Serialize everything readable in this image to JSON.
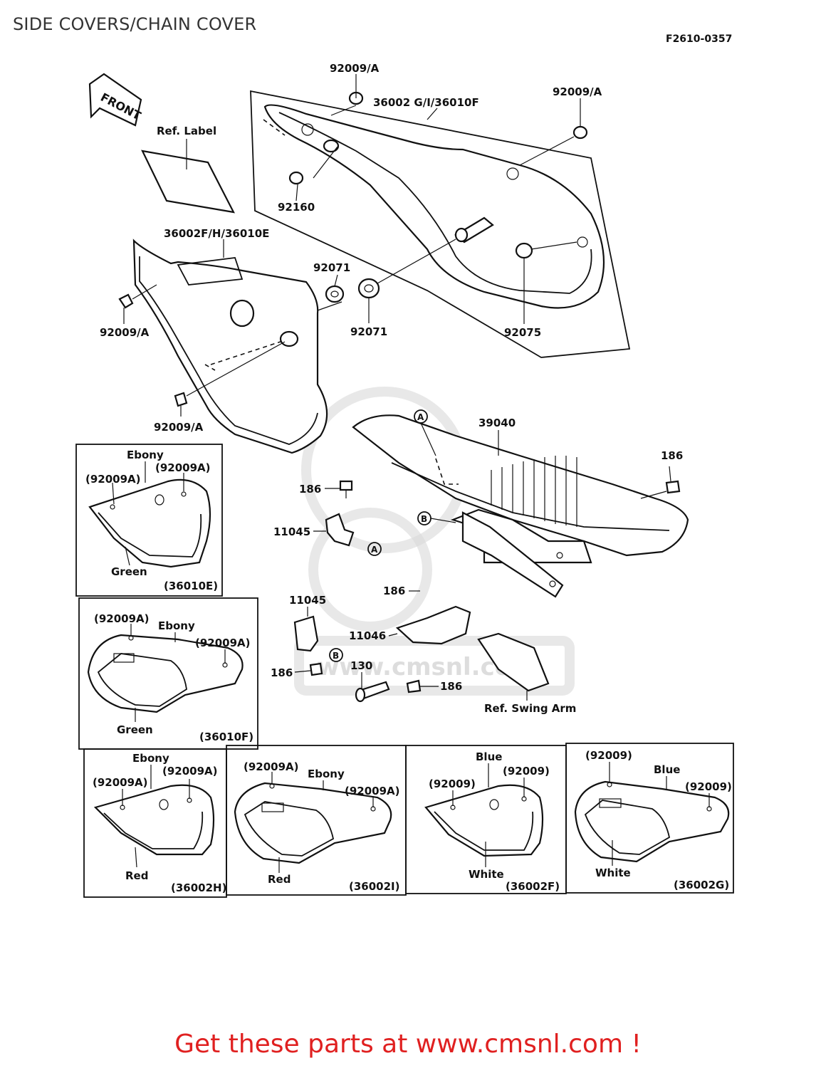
{
  "header": {
    "title": "SIDE COVERS/CHAIN COVER",
    "diagram_code": "F2610-0357"
  },
  "front_arrow": {
    "label": "FRONT"
  },
  "callouts": {
    "p92009a_top": "92009/A",
    "p36002gi": "36002 G/I/36010F",
    "p92009a_right": "92009/A",
    "ref_label": "Ref. Label",
    "p92160": "92160",
    "p36002fh": "36002F/H/36010E",
    "p92071_left": "92071",
    "p92071_right": "92071",
    "p92075": "92075",
    "p92009a_left": "92009/A",
    "p92009a_bottom": "92009/A",
    "p39040": "39040",
    "p186_right": "186",
    "p186_mid": "186",
    "p11045_mid": "11045",
    "p186_lower": "186",
    "p11045_low": "11045",
    "p11046": "11046",
    "p186_left": "186",
    "p130": "130",
    "p186_bottom": "186",
    "ref_swing_arm": "Ref. Swing Arm",
    "marker_a": "A",
    "marker_b": "B",
    "watermark": "www.cmsnl.com"
  },
  "variants": [
    {
      "code": "(36010E)",
      "color_top": "Ebony",
      "color_bottom": "Green",
      "bolt_left": "(92009A)",
      "bolt_right": "(92009A)"
    },
    {
      "code": "(36010F)",
      "color_top": "Ebony",
      "color_bottom": "Green",
      "bolt_left": "(92009A)",
      "bolt_right": "(92009A)"
    },
    {
      "code": "(36002H)",
      "color_top": "Ebony",
      "color_bottom": "Red",
      "bolt_left": "(92009A)",
      "bolt_right": "(92009A)"
    },
    {
      "code": "(36002I)",
      "color_top": "Ebony",
      "color_bottom": "Red",
      "bolt_left": "(92009A)",
      "bolt_right": "(92009A)"
    },
    {
      "code": "(36002F)",
      "color_top": "Blue",
      "color_bottom": "White",
      "bolt_left": "(92009)",
      "bolt_right": "(92009)"
    },
    {
      "code": "(36002G)",
      "color_top": "Blue",
      "color_bottom": "White",
      "bolt_left": "(92009)",
      "bolt_right": "(92009)"
    }
  ],
  "footer": {
    "promo": "Get these parts at www.cmsnl.com !"
  },
  "colors": {
    "promo": "#e02020",
    "line": "#111111",
    "watermark": "#d8d8d8"
  }
}
